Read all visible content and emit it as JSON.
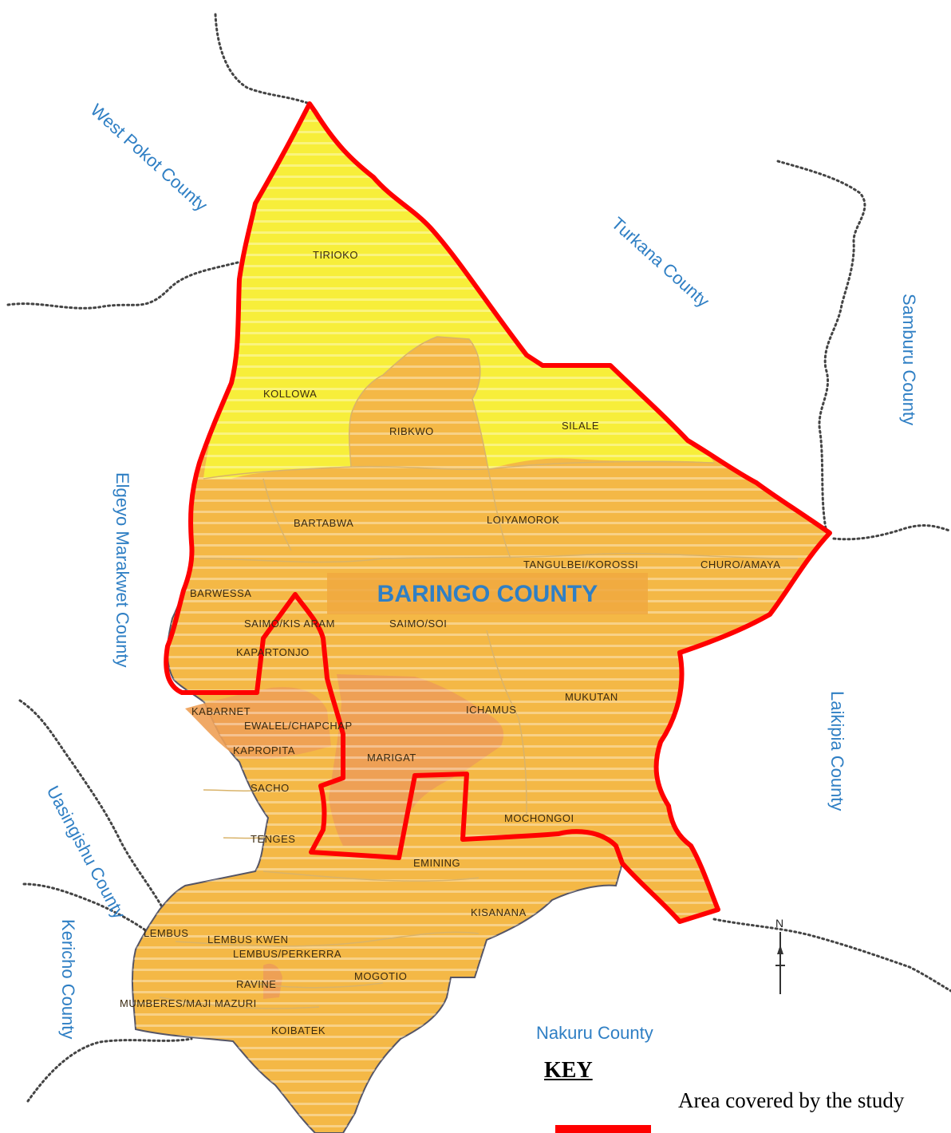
{
  "map": {
    "main_label": "BARINGO COUNTY",
    "neighbors": [
      {
        "id": "west-pokot",
        "label": "West Pokot County"
      },
      {
        "id": "turkana",
        "label": "Turkana County"
      },
      {
        "id": "samburu",
        "label": "Samburu County"
      },
      {
        "id": "elgeyo",
        "label": "Elgeyo Marakwet County"
      },
      {
        "id": "laikipia",
        "label": "Laikipia County"
      },
      {
        "id": "uasingishu",
        "label": "Uasingishu County"
      },
      {
        "id": "kericho",
        "label": "Kericho County"
      },
      {
        "id": "nakuru",
        "label": "Nakuru County"
      }
    ],
    "wards": [
      "TIRIOKO",
      "KOLLOWA",
      "RIBKWO",
      "SILALE",
      "BARTABWA",
      "LOIYAMOROK",
      "TANGULBEI/KOROSSI",
      "CHURO/AMAYA",
      "BARWESSA",
      "SAIMO/KIS ARAM",
      "SAIMO/SOI",
      "KAPARTONJO",
      "KABARNET",
      "EWALEL/CHAPCHAP",
      "KAPROPITA",
      "MARIGAT",
      "ICHAMUS",
      "MUKUTAN",
      "SACHO",
      "MOCHONGOI",
      "TENGES",
      "EMINING",
      "KISANANA",
      "LEMBUS",
      "LEMBUS KWEN",
      "LEMBUS/PERKERRA",
      "RAVINE",
      "MOGOTIO",
      "MUMBERES/MAJI MAZURI",
      "KOIBATEK"
    ],
    "north_arrow": "N",
    "colors": {
      "study_boundary": "#ff0000",
      "yellow_zone": "#f7ee3a",
      "orange_zone": "#f4b846",
      "marigat": "#eea055",
      "county_text": "#2f7fc4"
    }
  },
  "key": {
    "title": "KEY",
    "item_label": "Area covered by the study"
  }
}
